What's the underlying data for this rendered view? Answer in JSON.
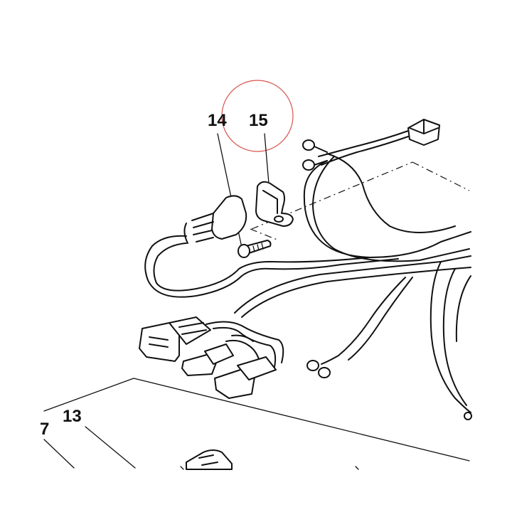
{
  "callouts": {
    "part_14": "14",
    "part_15": "15",
    "part_13": "13",
    "part_7_partial": "7"
  },
  "highlight": {
    "color": "#d9534f",
    "shape": "circle"
  },
  "colors": {
    "line": "#111111",
    "background": "#ffffff"
  }
}
